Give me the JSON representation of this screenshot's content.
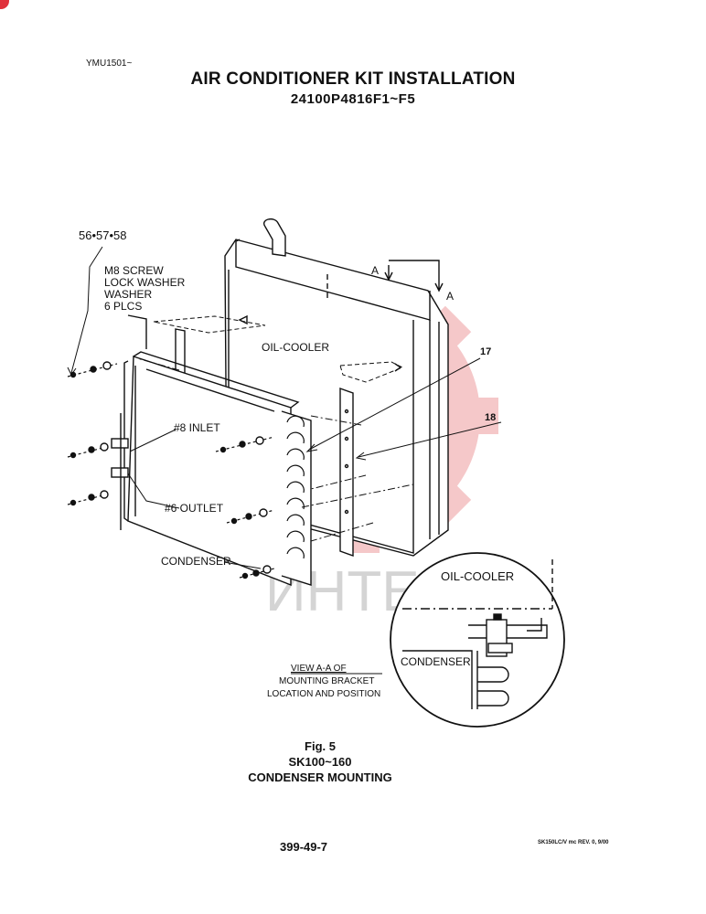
{
  "header": {
    "doc_code": "YMU1501~",
    "title": "AIR CONDITIONER KIT INSTALLATION",
    "subtitle": "24100P4816F1~F5"
  },
  "callouts": {
    "part_numbers": "56•57•58",
    "fastener_line1": "M8 SCREW",
    "fastener_line2": "LOCK WASHER",
    "fastener_line3": "WASHER",
    "fastener_line4": "6 PLCS",
    "oil_cooler": "OIL-COOLER",
    "inlet": "#8 INLET",
    "outlet": "#6 OUTLET",
    "condenser": "CONDENSER",
    "item_17": "17",
    "item_18": "18",
    "section_a_left": "A",
    "section_a_right": "A"
  },
  "detail_view": {
    "oil_cooler": "OIL-COOLER",
    "condenser": "CONDENSER",
    "caption_line1": "VIEW A-A OF",
    "caption_line2": "MOUNTING BRACKET",
    "caption_line3": "LOCATION AND POSITION"
  },
  "watermark": "ИНТЕХ",
  "figure": {
    "number": "Fig. 5",
    "model": "SK100~160",
    "name": "CONDENSER MOUNTING"
  },
  "footer": {
    "page_number": "399-49-7",
    "revision": "SK150LC/V mc REV. 0, 9/00"
  },
  "colors": {
    "watermark": "#f2b6b8",
    "corner_badge": "#e0313b"
  }
}
